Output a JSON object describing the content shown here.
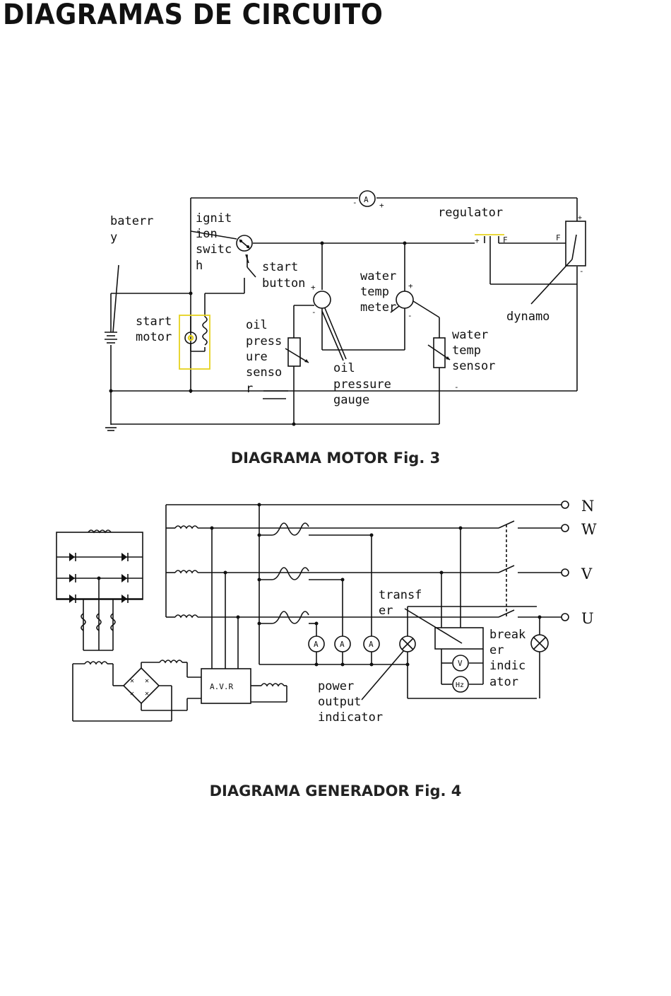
{
  "page": {
    "title": "DIAGRAMAS DE CIRCUITO"
  },
  "motor_diagram": {
    "caption": "DIAGRAMA MOTOR Fig. 3",
    "labels": {
      "battery": [
        "baterr",
        "y"
      ],
      "ignition_switch": [
        "ignit",
        "ion",
        "switc",
        "h"
      ],
      "start_button": [
        "start",
        "button"
      ],
      "start_motor": [
        "start",
        "motor"
      ],
      "oil_pressure_sensor": [
        "oil",
        "press",
        "ure",
        "senso",
        "r"
      ],
      "water_temp_meter": [
        "water",
        "temp",
        "meter"
      ],
      "oil_pressure_gauge": [
        "oil",
        "pressure",
        "gauge"
      ],
      "water_temp_sensor": [
        "water",
        "temp",
        "sensor"
      ],
      "regulator": "regulator",
      "dynamo": "dynamo",
      "ammeter": "A"
    }
  },
  "generator_diagram": {
    "caption": "DIAGRAMA GENERADOR Fig. 4",
    "terminals": [
      "N",
      "W",
      "V",
      "U"
    ],
    "labels": {
      "transfer": [
        "transf",
        "er"
      ],
      "breaker_indicator": [
        "break",
        "er",
        "indic",
        "ator"
      ],
      "power_output_indicator": [
        "power",
        "output",
        "indicator"
      ],
      "avr": "A.V.R",
      "ammeter": "A",
      "voltmeter": "V",
      "frequency_meter": "Hz"
    }
  }
}
